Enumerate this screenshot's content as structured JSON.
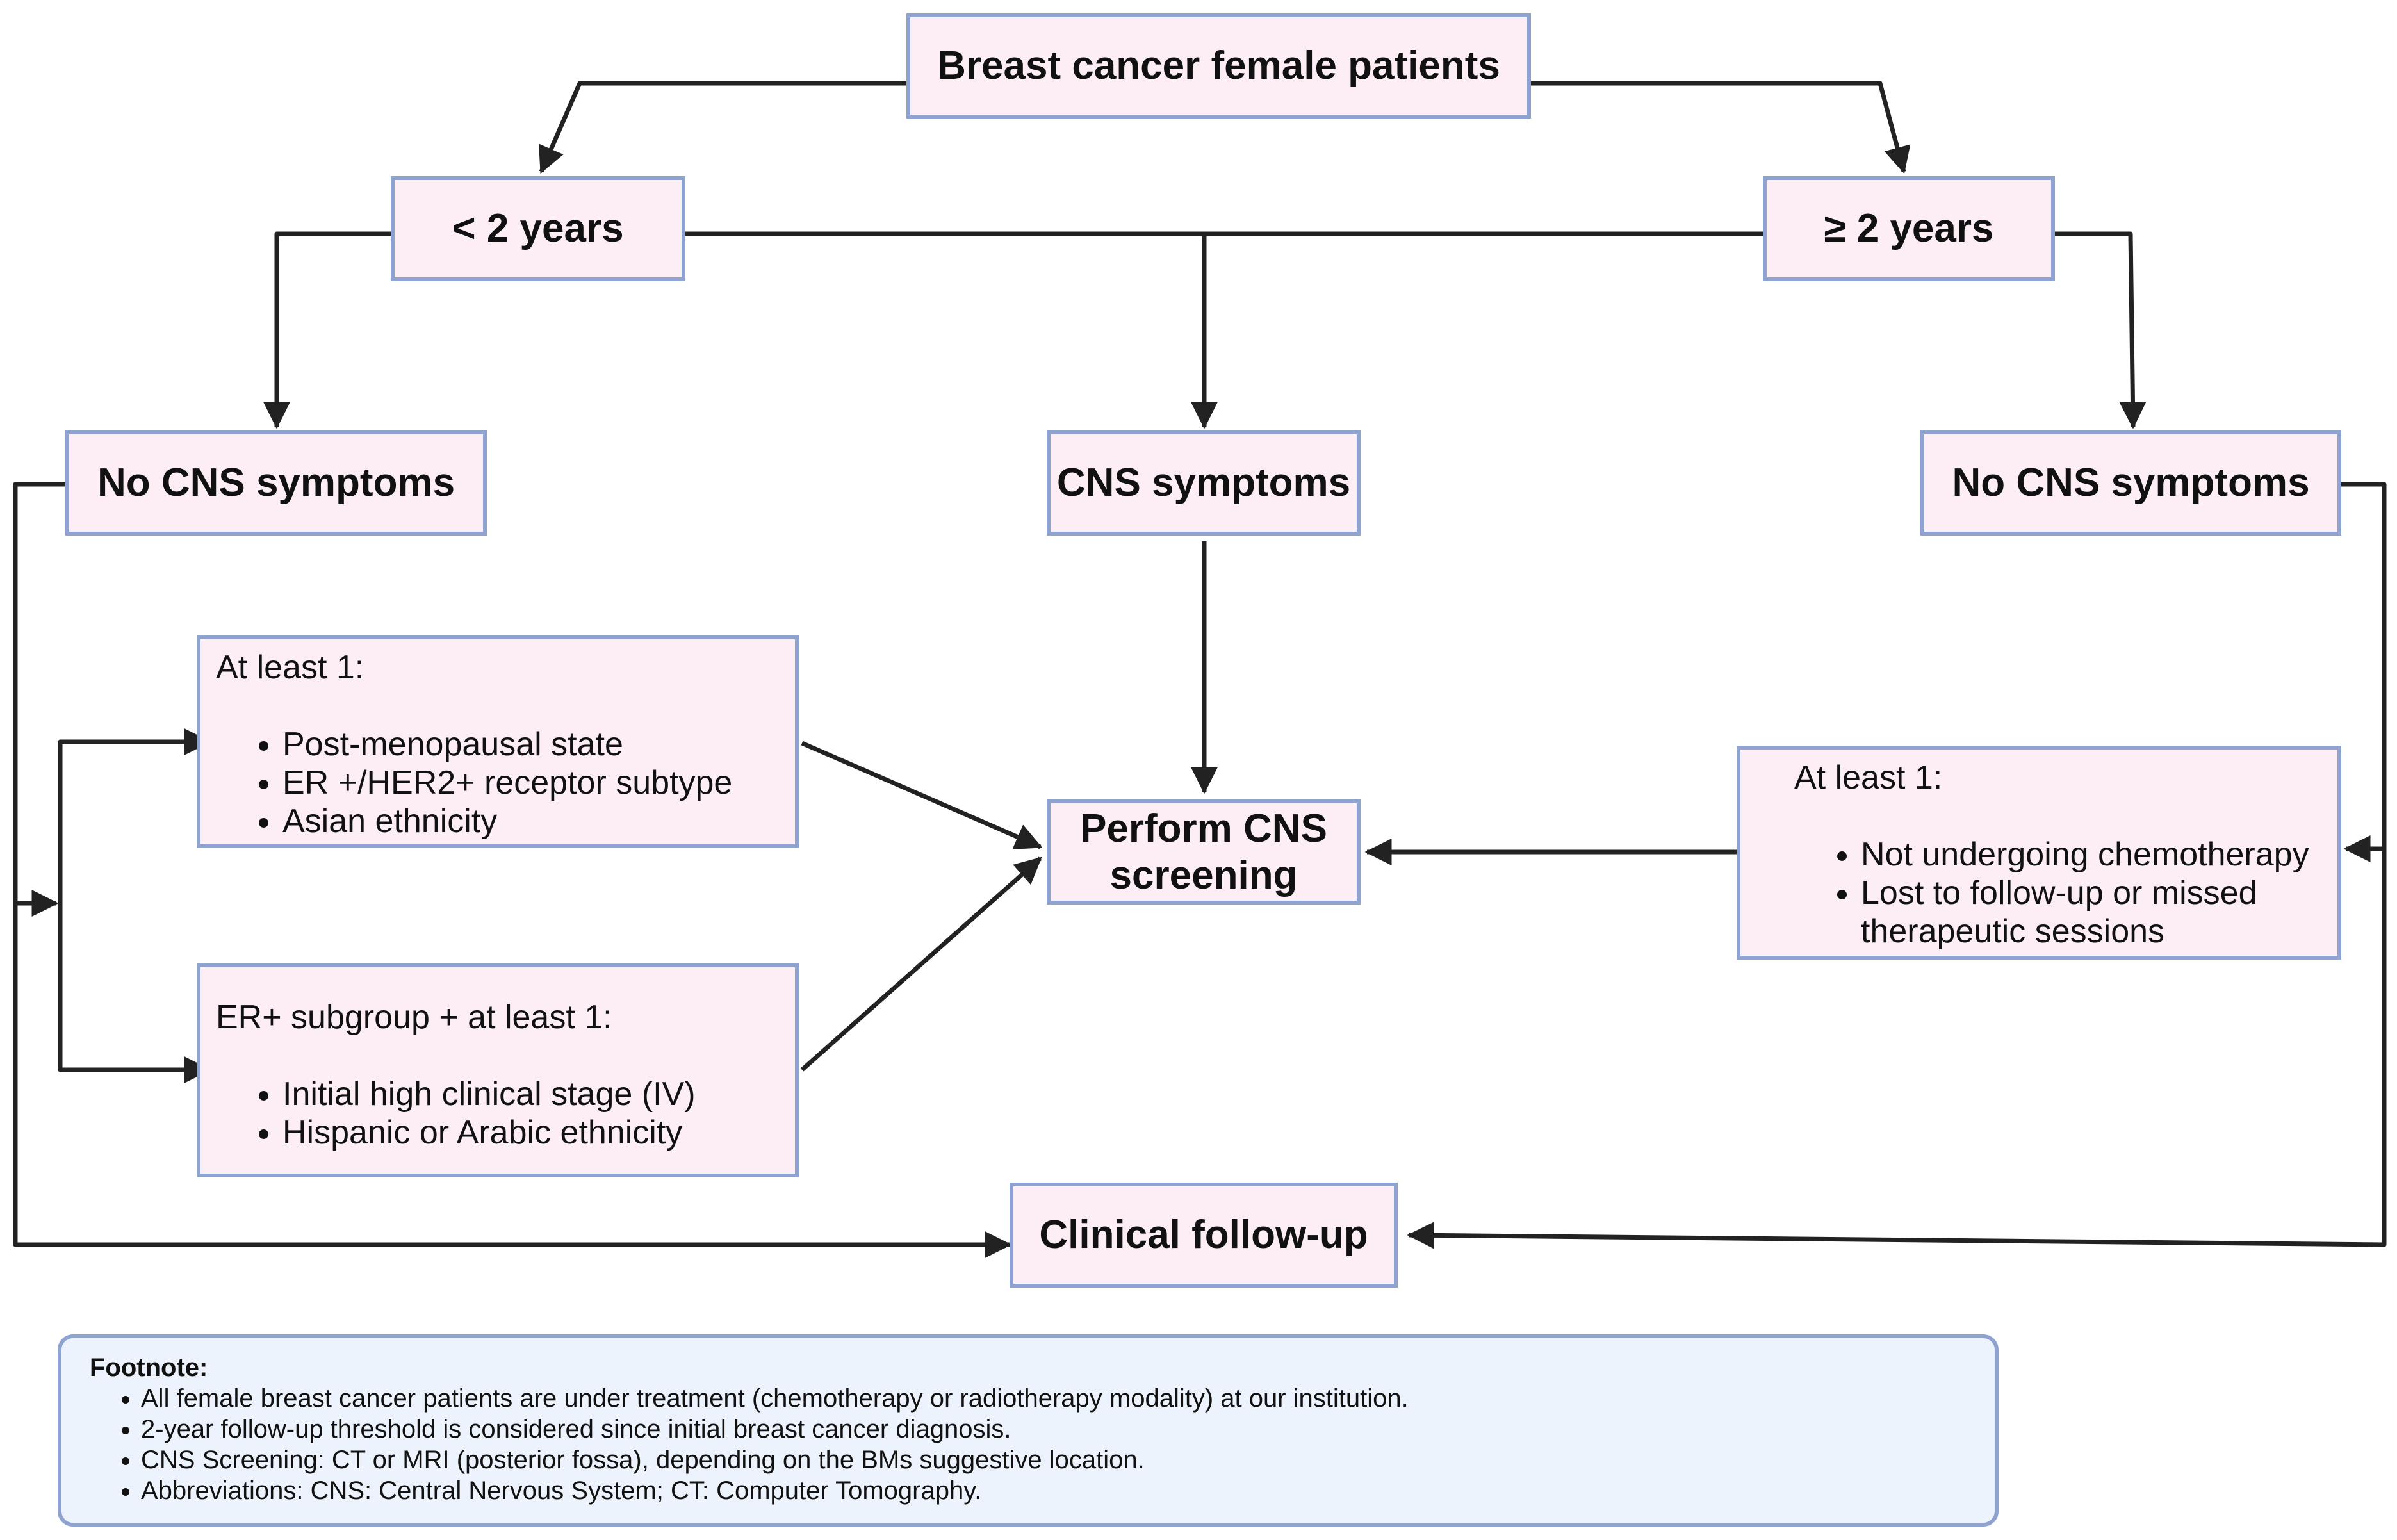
{
  "nodes": {
    "root": "Breast cancer female patients",
    "under_two": "< 2 years",
    "over_two": "≥ 2 years",
    "no_cns_left": "No CNS symptoms",
    "cns_symptoms": "CNS symptoms",
    "no_cns_right": "No CNS symptoms",
    "perform_screening": "Perform CNS screening",
    "clinical_followup": "Clinical follow-up"
  },
  "criteria_left_top": {
    "heading": "At least 1:",
    "items": [
      "Post-menopausal state",
      "ER +/HER2+ receptor subtype",
      "Asian ethnicity"
    ]
  },
  "criteria_left_bottom": {
    "heading": "ER+ subgroup + at least 1:",
    "items": [
      "Initial high clinical stage (IV)",
      "Hispanic or Arabic ethnicity"
    ]
  },
  "criteria_right": {
    "heading": "At least 1:",
    "items": [
      "Not undergoing chemotherapy",
      "Lost to follow-up or missed therapeutic sessions"
    ]
  },
  "footnote": {
    "title": "Footnote:",
    "items": [
      "All female breast cancer patients are under treatment (chemotherapy or radiotherapy modality) at our institution.",
      "2-year follow-up threshold is considered since initial breast cancer diagnosis.",
      "CNS Screening: CT or MRI (posterior fossa), depending on the BMs suggestive location.",
      "Abbreviations: CNS: Central Nervous System; CT: Computer Tomography."
    ]
  }
}
